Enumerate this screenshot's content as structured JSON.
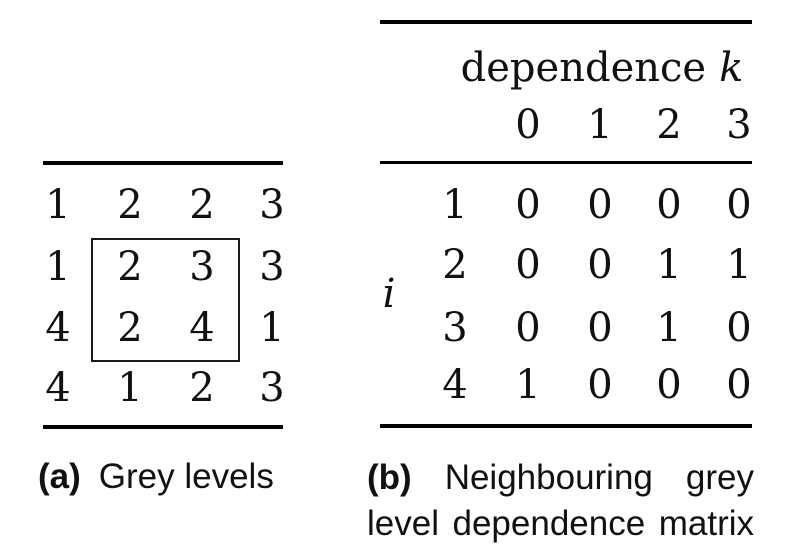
{
  "figure_background": "#ffffff",
  "text_color": "#111111",
  "rule_color": "#000000",
  "panel_a": {
    "caption": {
      "label": "(a)",
      "text": "Grey levels"
    },
    "matrix": [
      [
        "1",
        "2",
        "2",
        "3"
      ],
      [
        "1",
        "2",
        "3",
        "3"
      ],
      [
        "4",
        "2",
        "4",
        "1"
      ],
      [
        "4",
        "1",
        "2",
        "3"
      ]
    ],
    "highlight_box": {
      "rows": "2-3",
      "cols": "2-3",
      "values": [
        [
          "2",
          "3"
        ],
        [
          "2",
          "4"
        ]
      ]
    }
  },
  "panel_b": {
    "header": {
      "title": "dependence",
      "variable": "k"
    },
    "col_labels": [
      "0",
      "1",
      "2",
      "3"
    ],
    "row_axis_label": "i",
    "row_labels": [
      "1",
      "2",
      "3",
      "4"
    ],
    "matrix": [
      [
        "0",
        "0",
        "0",
        "0"
      ],
      [
        "0",
        "0",
        "1",
        "1"
      ],
      [
        "0",
        "0",
        "1",
        "0"
      ],
      [
        "1",
        "0",
        "0",
        "0"
      ]
    ],
    "caption": {
      "label": "(b)",
      "line1_word1": "Neighbouring",
      "line1_word2": "grey",
      "line2_word1": "level",
      "line2_word2": "dependence",
      "line2_word3": "matrix"
    }
  }
}
